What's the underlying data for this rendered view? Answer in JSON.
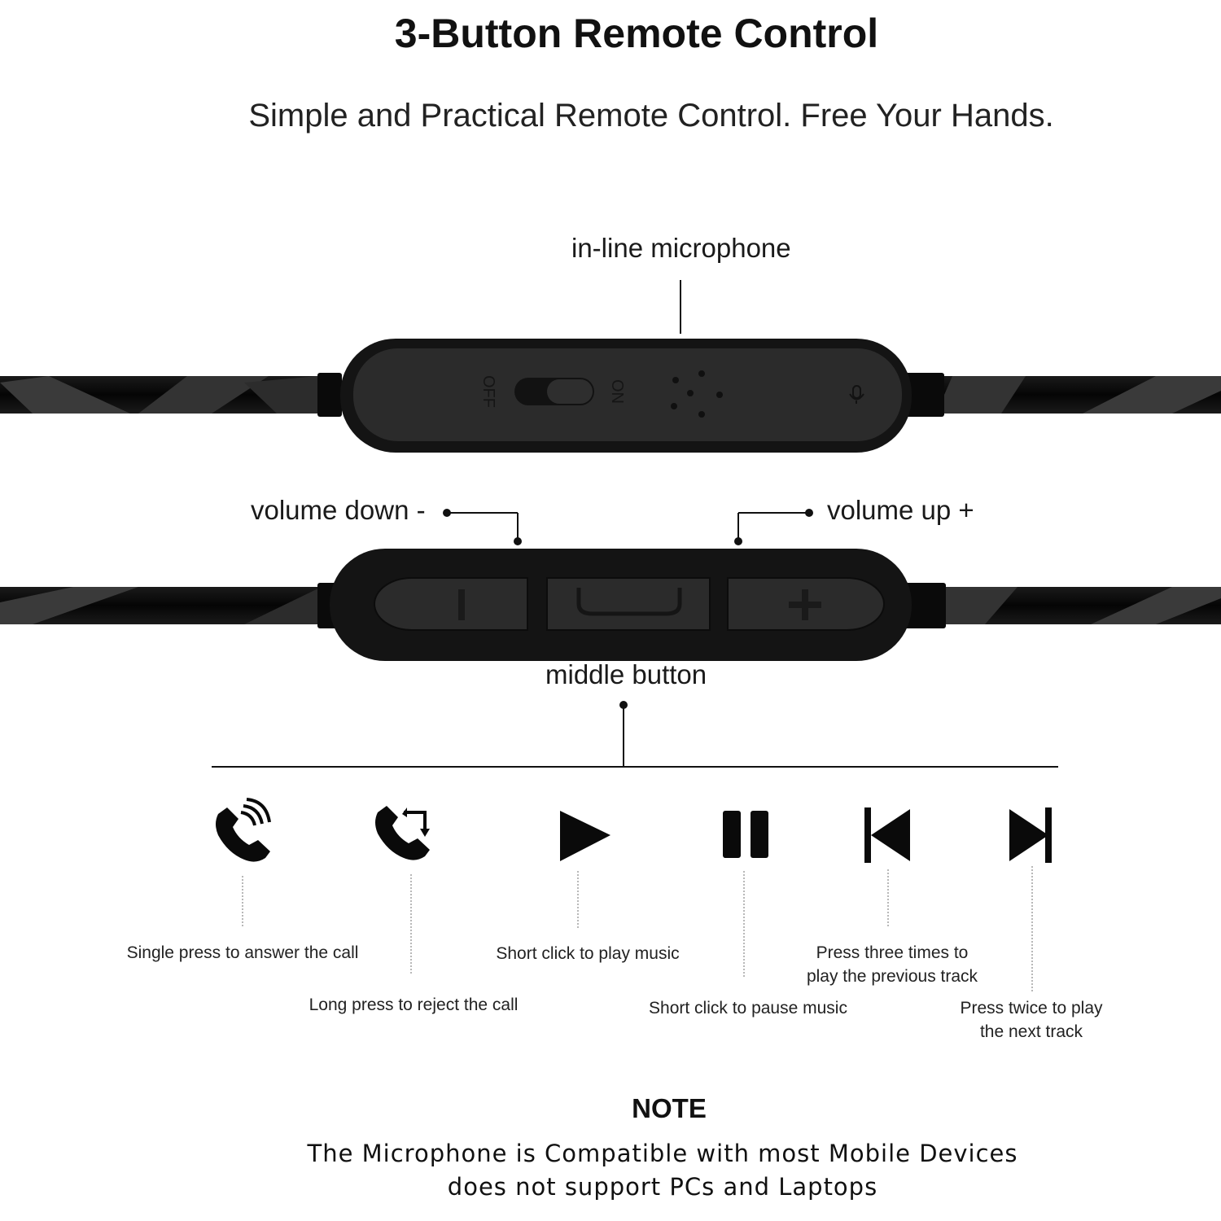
{
  "header": {
    "title": "3-Button Remote Control",
    "subtitle": "Simple and Practical Remote Control. Free Your Hands."
  },
  "mic_unit": {
    "label": "in-line microphone",
    "switch_off": "OFF",
    "switch_on": "ON"
  },
  "button_unit": {
    "volume_down_label": "volume down -",
    "volume_up_label": "volume up +",
    "middle_label": "middle button"
  },
  "functions": [
    {
      "icon": "phone-answer-icon",
      "text": "Single press to answer the call"
    },
    {
      "icon": "phone-reject-icon",
      "text": "Long press to reject the call"
    },
    {
      "icon": "play-icon",
      "text": "Short click to play music"
    },
    {
      "icon": "pause-icon",
      "text": "Short click to pause music"
    },
    {
      "icon": "previous-track-icon",
      "text": "Press three times to play the previous track"
    },
    {
      "icon": "next-track-icon",
      "text": "Press twice to play the next track"
    }
  ],
  "note": {
    "title": "NOTE",
    "line1": "The Microphone is Compatible with most Mobile Devices",
    "line2": "does not support PCs and Laptops"
  },
  "colors": {
    "remote_body": "#1c1c1c",
    "remote_face": "#2a2a2a",
    "cable": "#0d0d0d",
    "cable_stripe": "#3b3b3b"
  }
}
